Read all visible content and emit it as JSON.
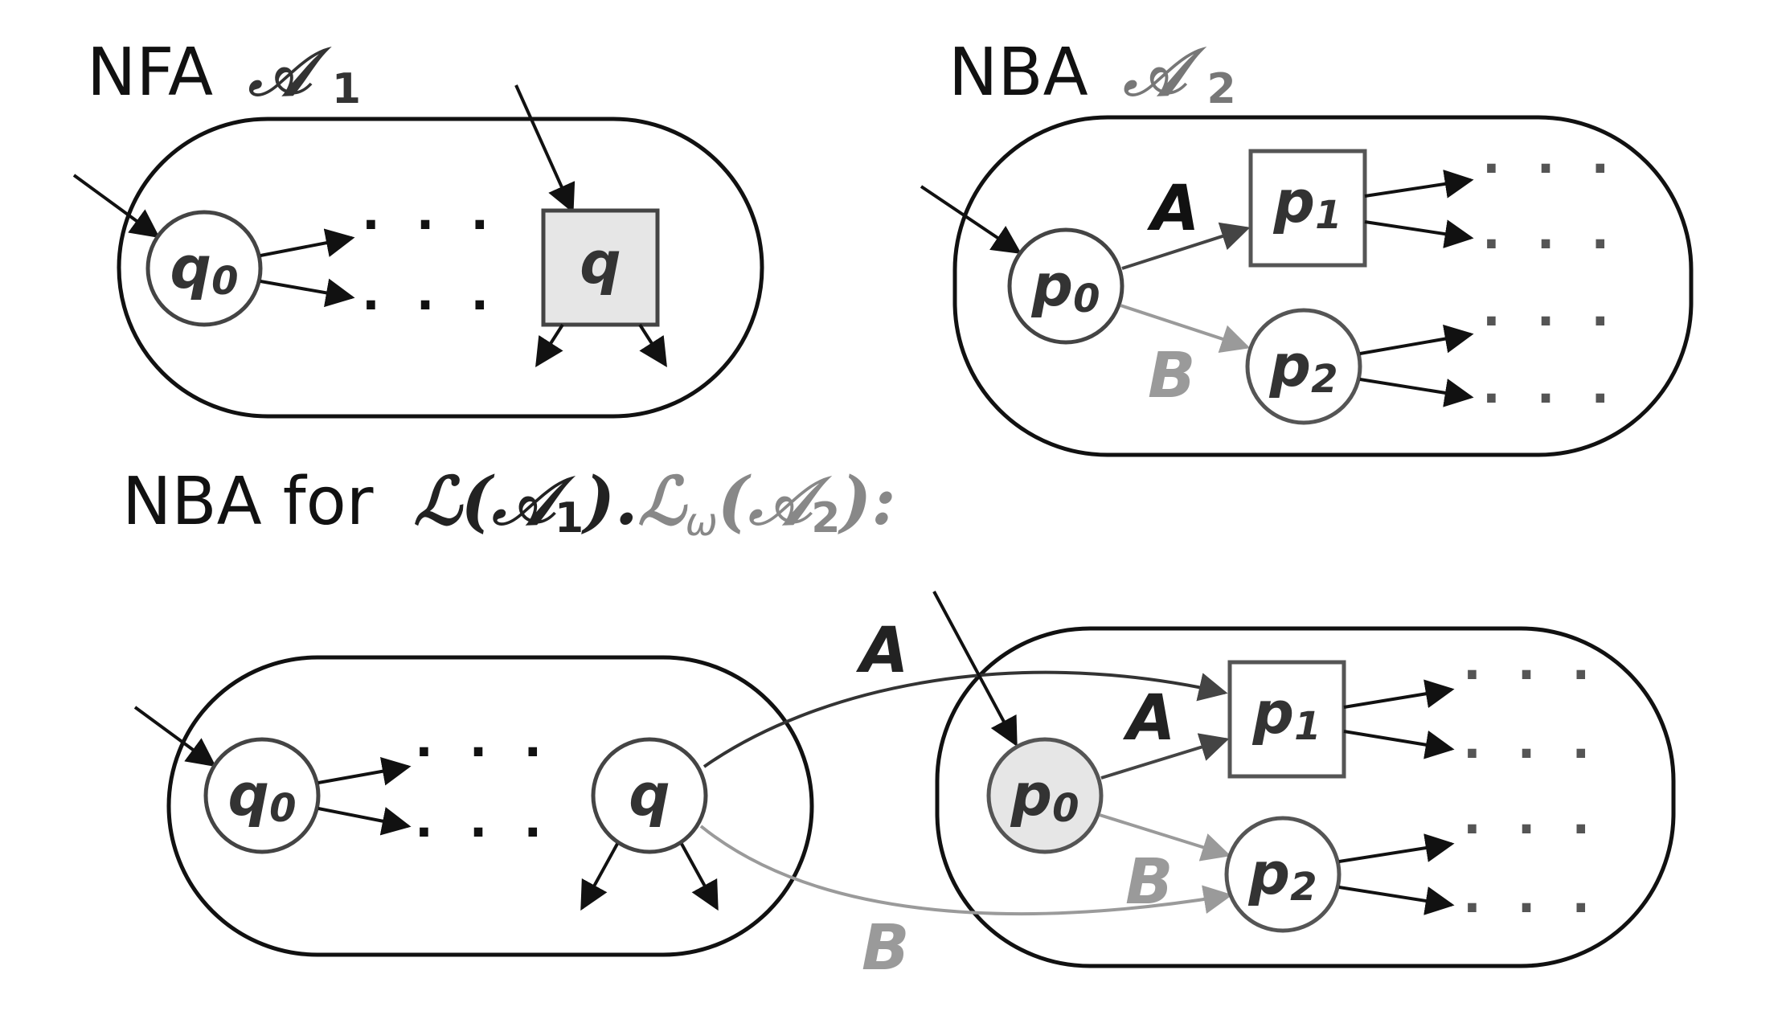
{
  "colors": {
    "ink": "#111111",
    "grey": "#9a9a9a",
    "mid": "#444444",
    "state_fill_highlight": "#e6e6e6",
    "state_fill": "#ffffff"
  },
  "titles": {
    "nfa": {
      "prefix": "NFA",
      "math": "𝒜",
      "sub": "1"
    },
    "nba": {
      "prefix": "NBA",
      "math": "𝒜",
      "sub": "2"
    },
    "product": {
      "prefix": "NBA for",
      "part1": "ℒ(𝒜",
      "part1_sub": "1",
      "part1_close": ").",
      "part2": "ℒ",
      "part2_sub": "ω",
      "part2_open": "(𝒜",
      "part2_sub2": "2",
      "part2_close": "):"
    }
  },
  "states": {
    "q0_base": "q",
    "q0_sub": "0",
    "q": "q",
    "p0_base": "p",
    "p0_sub": "0",
    "p1_base": "p",
    "p1_sub": "1",
    "p2_base": "p",
    "p2_sub": "2"
  },
  "edge_labels": {
    "A": "A",
    "B": "B"
  },
  "dots": "· · ·"
}
